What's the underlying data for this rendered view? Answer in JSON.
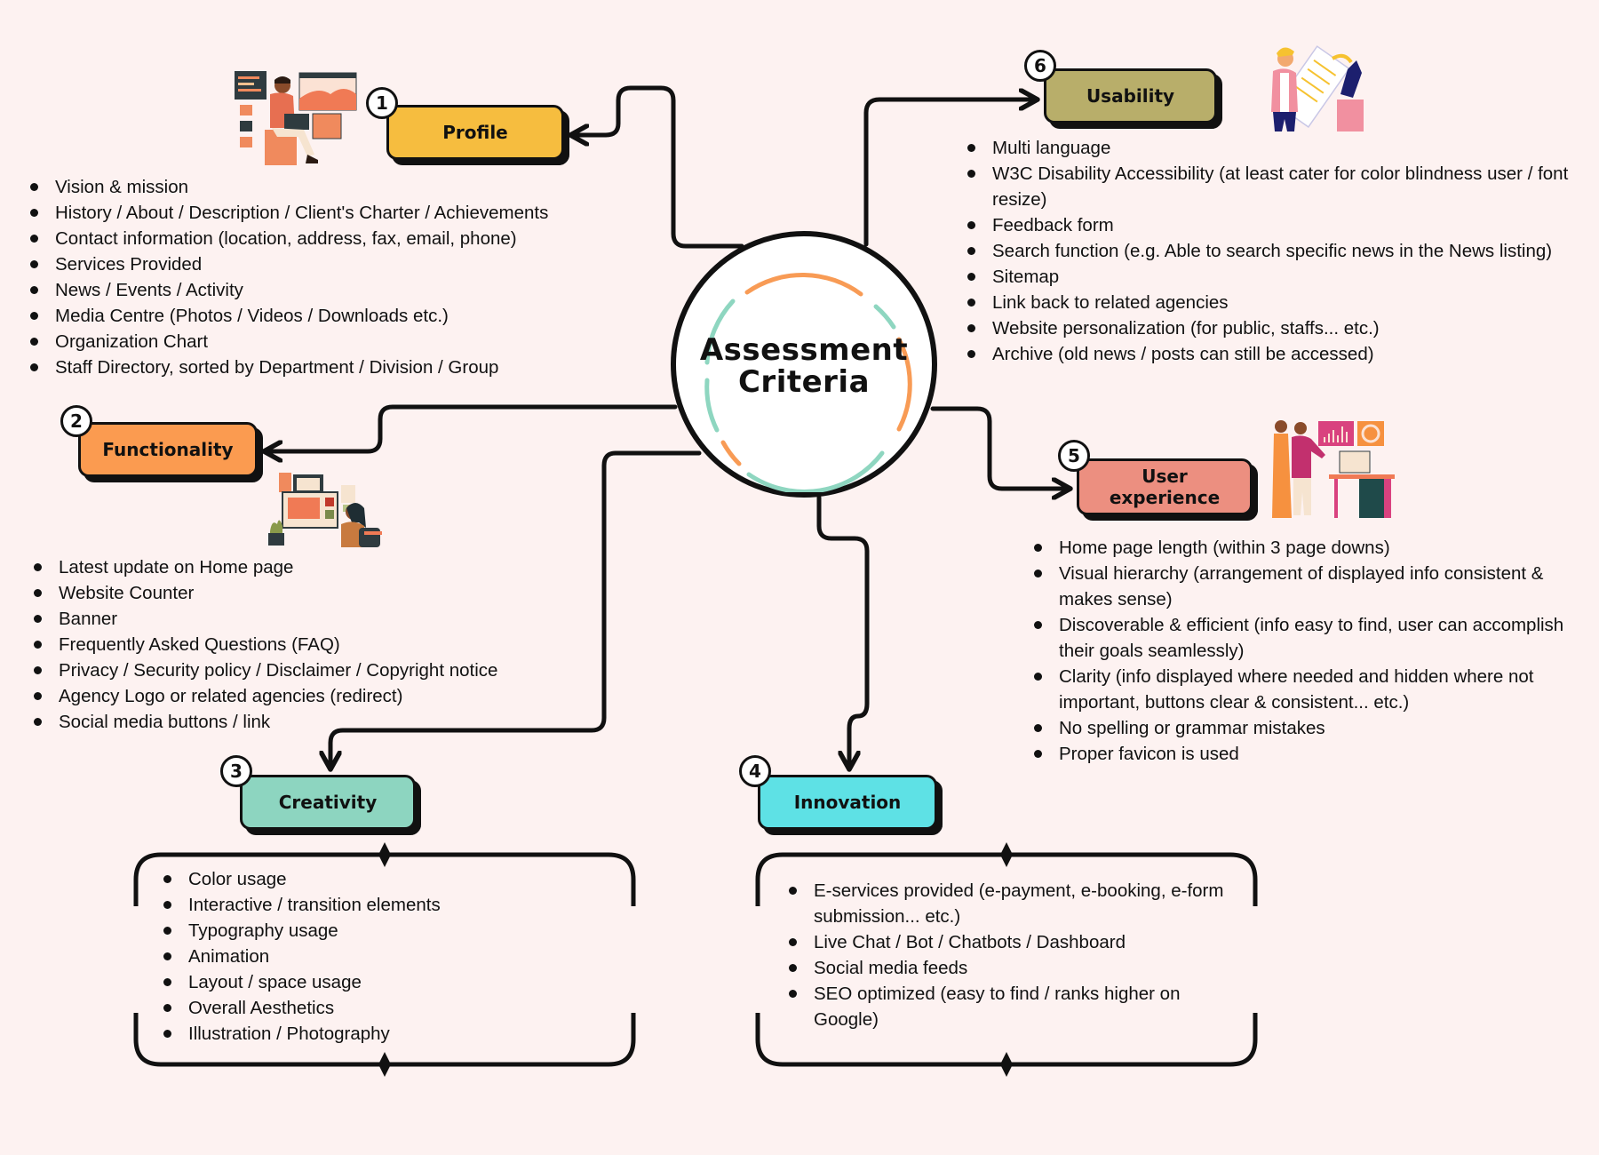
{
  "center": {
    "title_line1": "Assessment",
    "title_line2": "Criteria",
    "ring_colors": [
      "#f89b55",
      "#8ed6c0"
    ]
  },
  "categories": [
    {
      "id": "profile",
      "number": "1",
      "label": "Profile",
      "color": "#f6bd3f",
      "illustration": "man-with-laptop-web-design-illustration",
      "items": [
        "Vision & mission",
        "History / About / Description / Client's Charter / Achievements",
        "Contact information (location, address, fax, email, phone)",
        "Services Provided",
        "News / Events / Activity",
        "Media Centre (Photos / Videos / Downloads etc.)",
        "Organization Chart",
        "Staff Directory, sorted by Department / Division / Group"
      ]
    },
    {
      "id": "functionality",
      "number": "2",
      "label": "Functionality",
      "color": "#fb9b50",
      "illustration": "woman-at-computer-illustration",
      "items": [
        "Latest update on Home page",
        "Website Counter",
        "Banner",
        "Frequently Asked Questions (FAQ)",
        "Privacy / Security policy / Disclaimer / Copyright notice",
        "Agency Logo or related agencies (redirect)",
        "Social media buttons / link"
      ]
    },
    {
      "id": "creativity",
      "number": "3",
      "label": "Creativity",
      "color": "#8dd5c0",
      "items": [
        "Color usage",
        "Interactive / transition elements",
        "Typography usage",
        "Animation",
        "Layout / space usage",
        "Overall Aesthetics",
        "Illustration / Photography"
      ]
    },
    {
      "id": "innovation",
      "number": "4",
      "label": "Innovation",
      "color": "#5ee1e5",
      "items": [
        "E-services provided (e-payment, e-booking, e-form submission... etc.)",
        "Live Chat / Bot / Chatbots / Dashboard",
        "Social media feeds",
        "SEO optimized (easy to find / ranks higher on Google)"
      ]
    },
    {
      "id": "user-experience",
      "number": "5",
      "label": "User experience",
      "color": "#ec8f80",
      "illustration": "two-people-at-desk-analytics-illustration",
      "items": [
        "Home page length (within 3 page downs)",
        "Visual hierarchy (arrangement of displayed info consistent & makes sense)",
        "Discoverable & efficient (info easy to find, user can accomplish their goals seamlessly)",
        "Clarity (info displayed where needed and hidden where not important, buttons clear & consistent... etc.)",
        "No spelling or grammar mistakes",
        "Proper favicon is used"
      ]
    },
    {
      "id": "usability",
      "number": "6",
      "label": "Usability",
      "color": "#b8ae6a",
      "illustration": "man-with-checklist-illustration",
      "items": [
        "Multi language",
        "W3C Disability Accessibility (at least cater for color blindness user / font resize)",
        "Feedback form",
        "Search function (e.g. Able to search specific news in the News listing)",
        "Sitemap",
        "Link back to related agencies",
        "Website personalization (for public, staffs... etc.)",
        "Archive (old news / posts can still be accessed)"
      ]
    }
  ]
}
